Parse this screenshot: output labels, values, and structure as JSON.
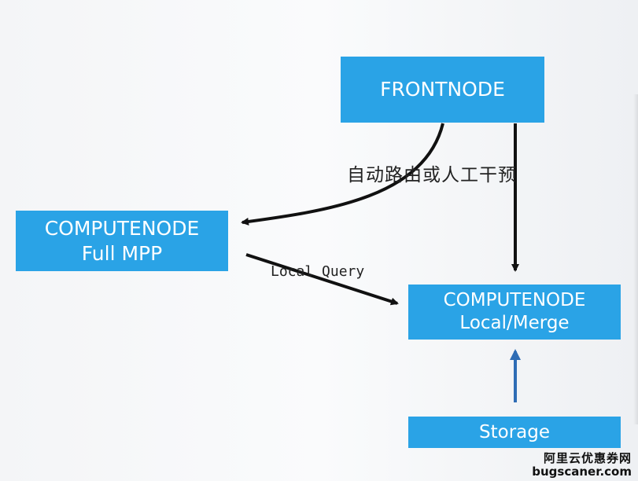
{
  "nodes": {
    "frontnode": {
      "label": "FRONTNODE"
    },
    "compute_full": {
      "line1": "COMPUTENODE",
      "line2": "Full MPP"
    },
    "compute_local": {
      "line1": "COMPUTENODE",
      "line2": "Local/Merge"
    },
    "storage": {
      "label": "Storage"
    }
  },
  "edge_labels": {
    "routing": "自动路由或人工干预",
    "local_query": "Local Query"
  },
  "watermark": {
    "line1": "阿里云优惠券网",
    "line2": "bugscaner.com"
  },
  "colors": {
    "node_fill": "#2aa3e6",
    "node_text": "#ffffff",
    "arrow_black": "#111111",
    "arrow_blue": "#2f6db5"
  }
}
